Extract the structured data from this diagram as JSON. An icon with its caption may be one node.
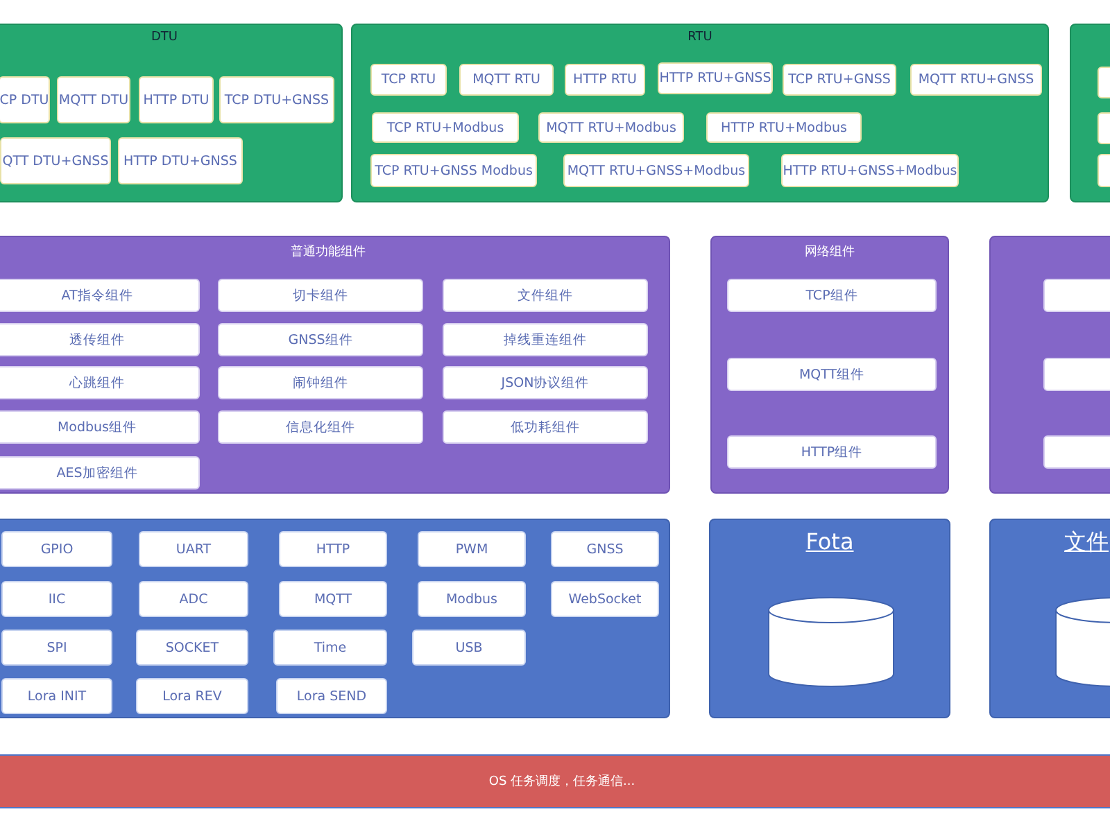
{
  "diagram": {
    "nodes": [
      {
        "text": [
          "DTU"
        ]
      },
      {
        "text": [
          "CP DTU"
        ],
        "in": 0
      },
      {
        "text": [
          "MQTT DTU"
        ],
        "in": 0
      },
      {
        "text": [
          "HTTP DTU"
        ],
        "in": 0
      },
      {
        "text": [
          "TCP DTU+GNSS"
        ],
        "in": 0
      },
      {
        "text": [
          "QTT DTU+GNSS"
        ],
        "in": 0
      },
      {
        "text": [
          "HTTP DTU+GNSS"
        ],
        "in": 0
      },
      {
        "text": [
          "RTU"
        ]
      },
      {
        "text": [
          "TCP RTU"
        ],
        "in": 7
      },
      {
        "text": [
          "MQTT RTU"
        ],
        "in": 7
      },
      {
        "text": [
          "HTTP RTU"
        ],
        "in": 7
      },
      {
        "text": [
          "HTTP RTU+GNSS"
        ],
        "in": 7
      },
      {
        "text": [
          "TCP RTU+GNSS"
        ],
        "in": 7
      },
      {
        "text": [
          "MQTT RTU+GNSS"
        ],
        "in": 7
      },
      {
        "text": [
          "TCP RTU+Modbus"
        ],
        "in": 7
      },
      {
        "text": [
          "MQTT RTU+Modbus"
        ],
        "in": 7
      },
      {
        "text": [
          "HTTP RTU+Modbus"
        ],
        "in": 7
      },
      {
        "text": [
          "TCP RTU+GNSS Modbus"
        ],
        "in": 7
      },
      {
        "text": [
          "MQTT RTU+GNSS+Modbus"
        ],
        "in": 7
      },
      {
        "text": [
          "HTTP RTU+GNSS+Modbus"
        ],
        "in": 7
      },
      {
        "text": [],
        "shape": "box"
      },
      {
        "text": [],
        "shape": "box",
        "in": 20
      },
      {
        "text": [],
        "shape": "box",
        "in": 20
      },
      {
        "text": [],
        "shape": "box",
        "in": 20
      },
      {
        "text": [
          "普通功能组件"
        ]
      },
      {
        "text": [
          "AT指令组件"
        ],
        "in": 24
      },
      {
        "text": [
          "切卡组件"
        ],
        "in": 24
      },
      {
        "text": [
          "文件组件"
        ],
        "in": 24
      },
      {
        "text": [
          "透传组件"
        ],
        "in": 24
      },
      {
        "text": [
          "GNSS组件"
        ],
        "in": 24
      },
      {
        "text": [
          "掉线重连组件"
        ],
        "in": 24
      },
      {
        "text": [
          "心跳组件"
        ],
        "in": 24
      },
      {
        "text": [
          "闹钟组件"
        ],
        "in": 24
      },
      {
        "text": [
          "JSON协议组件"
        ],
        "in": 24
      },
      {
        "text": [
          "Modbus组件"
        ],
        "in": 24
      },
      {
        "text": [
          "信息化组件"
        ],
        "in": 24
      },
      {
        "text": [
          "低功耗组件"
        ],
        "in": 24
      },
      {
        "text": [
          "AES加密组件"
        ],
        "in": 24
      },
      {
        "text": [
          "网络组件"
        ]
      },
      {
        "text": [
          "TCP组件"
        ],
        "in": 38
      },
      {
        "text": [
          "MQTT组件"
        ],
        "in": 38
      },
      {
        "text": [
          "HTTP组件"
        ],
        "in": 38
      },
      {
        "text": [],
        "shape": "box"
      },
      {
        "text": [],
        "shape": "box",
        "in": 42
      },
      {
        "text": [],
        "shape": "box",
        "in": 42
      },
      {
        "text": [],
        "shape": "box",
        "in": 42
      },
      {
        "text": [],
        "shape": "box"
      },
      {
        "text": [
          "GPIO"
        ],
        "in": 46
      },
      {
        "text": [
          "UART"
        ],
        "in": 46
      },
      {
        "text": [
          "HTTP"
        ],
        "in": 46
      },
      {
        "text": [
          "PWM"
        ],
        "in": 46
      },
      {
        "text": [
          "GNSS"
        ],
        "in": 46
      },
      {
        "text": [
          "IIC"
        ],
        "in": 46
      },
      {
        "text": [
          "ADC"
        ],
        "in": 46
      },
      {
        "text": [
          "MQTT"
        ],
        "in": 46
      },
      {
        "text": [
          "Modbus"
        ],
        "in": 46
      },
      {
        "text": [
          "WebSocket"
        ],
        "in": 46
      },
      {
        "text": [
          "SPI"
        ],
        "in": 46
      },
      {
        "text": [
          "SOCKET"
        ],
        "in": 46
      },
      {
        "text": [
          "Time"
        ],
        "in": 46
      },
      {
        "text": [
          "USB"
        ],
        "in": 46
      },
      {
        "text": [
          "Lora INIT"
        ],
        "in": 46
      },
      {
        "text": [
          "Lora REV"
        ],
        "in": 46
      },
      {
        "text": [
          "Lora SEND"
        ],
        "in": 46
      },
      {
        "text": [
          "Fota"
        ]
      },
      {
        "text": [],
        "shape": "cylinder",
        "in": 64
      },
      {
        "text": [
          "文件"
        ]
      },
      {
        "text": [],
        "shape": "cylinder",
        "in": 66
      },
      {
        "text": [
          "OS 任务调度，任务通信..."
        ]
      }
    ]
  }
}
